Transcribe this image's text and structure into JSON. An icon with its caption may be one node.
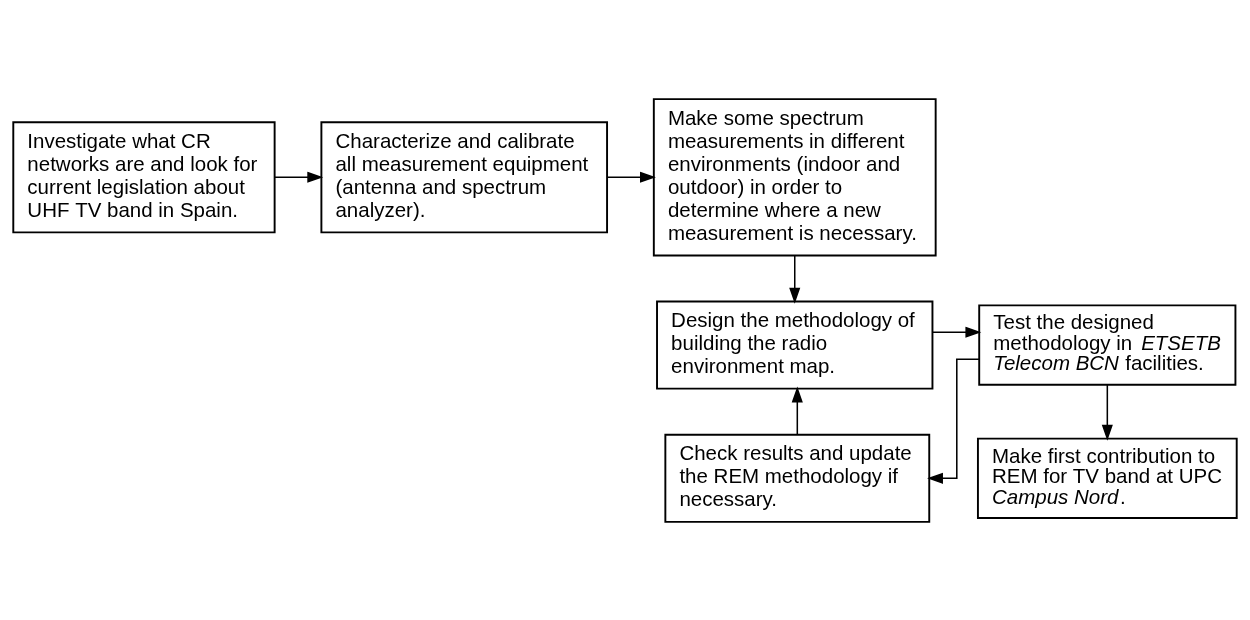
{
  "diagram": {
    "nodes": [
      {
        "text": [
          "Investigate what CR networks are and look for current legislation about UHF TV band in Spain."
        ]
      },
      {
        "text": [
          "Characterize and calibrate all measurement equipment (antenna and spectrum analyzer)."
        ]
      },
      {
        "text": [
          "Make some spectrum measurements in different environments (indoor and outdoor) in order to determine where a new measurement is necessary."
        ]
      },
      {
        "text": [
          "Check results and update the REM methodology if necessary."
        ]
      },
      {
        "text": [
          "Design the methodology of building the radio environment map."
        ]
      },
      {
        "text": [
          "Test the designed methodology in *ETSETB Telecom BCN* facilities."
        ]
      },
      {
        "text": [
          "Make first contribution to REM for TV band at UPC *Campus Nord*."
        ]
      }
    ],
    "edges": [
      {
        "from": 0,
        "to": 1,
        "arrow": "to"
      },
      {
        "from": 1,
        "to": 2,
        "arrow": "to"
      },
      {
        "from": 2,
        "to": 4,
        "arrow": "to"
      },
      {
        "from": 4,
        "to": 5,
        "arrow": "to"
      },
      {
        "from": 5,
        "to": 3,
        "arrow": "to"
      },
      {
        "from": 3,
        "to": 4,
        "arrow": "to"
      },
      {
        "from": 5,
        "to": 6,
        "arrow": "to"
      }
    ]
  }
}
